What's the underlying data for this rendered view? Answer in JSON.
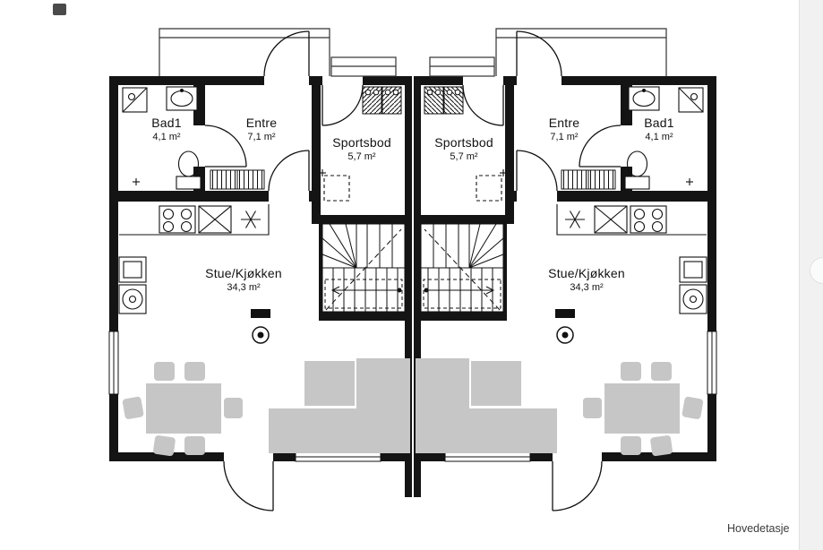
{
  "page": {
    "caption": "Hovedetasje"
  },
  "colors": {
    "wall": "#141414",
    "furniture": "#c6c6c6",
    "background": "#ffffff"
  },
  "units": {
    "left": {
      "rooms": [
        {
          "name": "Bad1",
          "area": "4,1 m²"
        },
        {
          "name": "Entre",
          "area": "7,1 m²"
        },
        {
          "name": "Sportsbod",
          "area": "5,7 m²"
        },
        {
          "name": "Stue/Kjøkken",
          "area": "34,3 m²"
        }
      ]
    },
    "right": {
      "rooms": [
        {
          "name": "Bad1",
          "area": "4,1 m²"
        },
        {
          "name": "Entre",
          "area": "7,1 m²"
        },
        {
          "name": "Sportsbod",
          "area": "5,7 m²"
        },
        {
          "name": "Stue/Kjøkken",
          "area": "34,3 m²"
        }
      ]
    }
  }
}
